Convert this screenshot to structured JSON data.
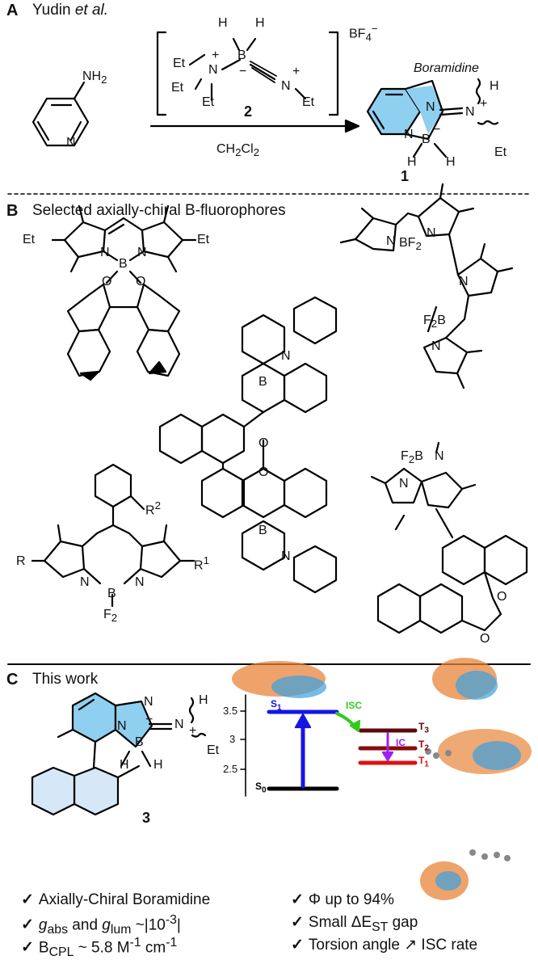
{
  "panel_a": {
    "letter": "A",
    "heading_prefix": "Yudin ",
    "heading_italic": "et al.",
    "reagent_number": "2",
    "counterion": "BF",
    "counterion_sub": "4",
    "counterion_sup": "−",
    "solvent_pre": "CH",
    "solvent_sub1": "2",
    "solvent_mid": "Cl",
    "solvent_sub2": "2",
    "product_name": "Boramidine",
    "product_number": "1",
    "atoms": {
      "nh2": "NH",
      "nh2_sub": "2",
      "n": "N",
      "b": "B",
      "h": "H",
      "et": "Et",
      "plus": "+",
      "minus": "−"
    }
  },
  "panel_b": {
    "letter": "B",
    "heading": "Selected axially-chiral B-fluorophores",
    "atoms": {
      "et": "Et",
      "n": "N",
      "b": "B",
      "o": "O",
      "r": "R",
      "r1": "R",
      "r1_sup": "1",
      "r2": "R",
      "r2_sup": "2",
      "f2": "F",
      "f2_sub": "2",
      "bf2": "BF",
      "f2b": "F",
      "f2b_b": "B"
    }
  },
  "panel_c": {
    "letter": "C",
    "heading": "This work",
    "compound_number": "3",
    "atoms": {
      "n": "N",
      "b": "B",
      "h": "H",
      "et": "Et",
      "plus": "+",
      "minus": "−"
    },
    "energy_axis": {
      "ticks": [
        "3.5",
        "3",
        "2.5"
      ]
    },
    "levels": {
      "s0": {
        "label": "S",
        "sub": "0",
        "color": "#000000"
      },
      "s1": {
        "label": "S",
        "sub": "1",
        "color": "#1414e6"
      },
      "t3": {
        "label": "T",
        "sub": "3",
        "color": "#5c0a0a"
      },
      "t2": {
        "label": "T",
        "sub": "2",
        "color": "#8a0a0a"
      },
      "t1": {
        "label": "T",
        "sub": "1",
        "color": "#e01010"
      }
    },
    "transitions": {
      "isc": "ISC",
      "isc_color": "#2ecc1a",
      "ic": "IC",
      "ic_color": "#a020f0"
    },
    "orbital_colors": {
      "lobe_a": "#e8843a",
      "lobe_b": "#3aa0e0"
    },
    "checkmark": "✓",
    "bullets_left": [
      {
        "pre": "Axially-Chiral Boramidine"
      },
      {
        "g1": "g",
        "g1_sub": "abs",
        "mid": " and ",
        "g2": "g",
        "g2_sub": "lum",
        "post": " ~|10",
        "sup": "-3",
        "post2": "|"
      },
      {
        "pre": "B",
        "sub": "CPL",
        "post": " ~ 5.8 M",
        "sup1": "-1",
        "post2": " cm",
        "sup2": "-1"
      }
    ],
    "bullets_right": [
      {
        "pre": "Φ up to 94%"
      },
      {
        "pre": "Small ΔE",
        "sub": "ST",
        "post": " gap"
      },
      {
        "pre": "Torsion angle ↗ ISC rate"
      }
    ]
  },
  "colors": {
    "ring_fill": "#8fcff0",
    "ring_fill_light": "#d6e7f7"
  }
}
